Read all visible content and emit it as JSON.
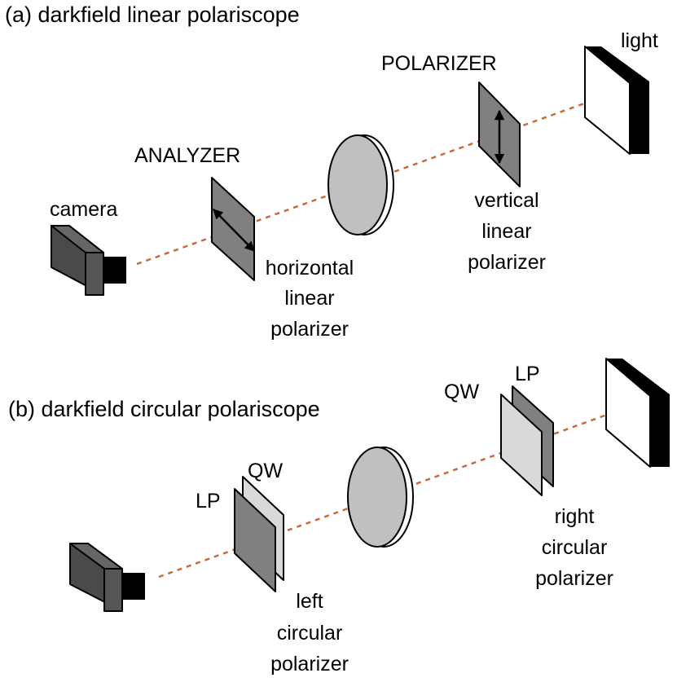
{
  "panel_a": {
    "title": "(a) darkfield linear polariscope",
    "camera_label": "camera",
    "analyzer_label": "ANALYZER",
    "analyzer_desc": [
      "horizontal",
      "linear",
      "polarizer"
    ],
    "polarizer_label": "POLARIZER",
    "polarizer_desc": [
      "vertical",
      "linear",
      "polarizer"
    ],
    "light_label": "light"
  },
  "panel_b": {
    "title": "(b) darkfield circular polariscope",
    "left_lp_label": "LP",
    "left_qw_label": "QW",
    "left_desc": [
      "left",
      "circular",
      "polarizer"
    ],
    "right_qw_label": "QW",
    "right_lp_label": "LP",
    "right_desc": [
      "right",
      "circular",
      "polarizer"
    ]
  },
  "colors": {
    "beam": "#c8693a",
    "camera_dark": "#444444",
    "camera_mid": "#555555",
    "polarizer_plate": "#808080",
    "quarter_wave_plate": "#d9d9d9",
    "sample_disc": "#c0c0c0"
  }
}
